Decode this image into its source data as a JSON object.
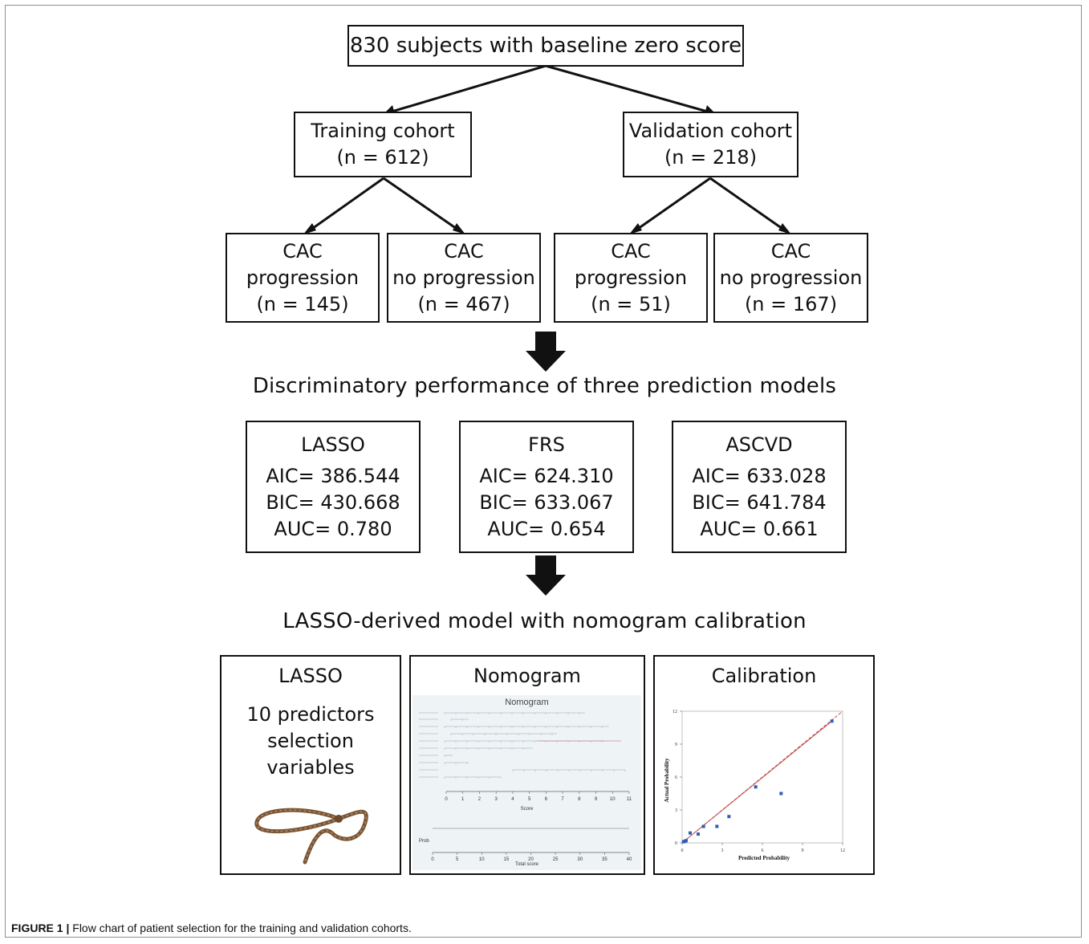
{
  "top": {
    "label": "830 subjects with baseline zero score"
  },
  "cohorts": [
    {
      "name": "Training cohort",
      "n": "(n = 612)"
    },
    {
      "name": "Validation cohort",
      "n": "(n = 218)"
    }
  ],
  "groups": [
    {
      "l1": "CAC",
      "l2": "progression",
      "n": "(n = 145)"
    },
    {
      "l1": "CAC",
      "l2": "no progression",
      "n": "(n = 467)"
    },
    {
      "l1": "CAC",
      "l2": "progression",
      "n": "(n = 51)"
    },
    {
      "l1": "CAC",
      "l2": "no progression",
      "n": "(n = 167)"
    }
  ],
  "heading1": "Discriminatory performance of three prediction models",
  "models": [
    {
      "name": "LASSO",
      "aic": "AIC= 386.544",
      "bic": "BIC= 430.668",
      "auc": "AUC= 0.780"
    },
    {
      "name": "FRS",
      "aic": "AIC= 624.310",
      "bic": "BIC= 633.067",
      "auc": "AUC= 0.654"
    },
    {
      "name": "ASCVD",
      "aic": "AIC= 633.028",
      "bic": "BIC= 641.784",
      "auc": "AUC= 0.661"
    }
  ],
  "heading2": "LASSO-derived model with nomogram calibration",
  "panels": {
    "lasso": {
      "title": "LASSO",
      "l1": "10 predictors",
      "l2": "selection",
      "l3": "variables"
    },
    "nomogram": {
      "title": "Nomogram",
      "inner_title": "Nomogram",
      "score_label": "Score",
      "total_label": "Total score",
      "prob_label": "Prob",
      "score_ticks": [
        "0",
        "1",
        "2",
        "3",
        "4",
        "5",
        "6",
        "7",
        "8",
        "9",
        "10",
        "11"
      ],
      "total_ticks": [
        "0",
        "5",
        "10",
        "15",
        "20",
        "25",
        "30",
        "35",
        "40"
      ]
    },
    "calibration": {
      "title": "Calibration",
      "xlabel": "Predicted Probability",
      "ylabel": "Actual Probability",
      "x_ticks": [
        "0",
        "3",
        "6",
        "9",
        "12"
      ],
      "y_ticks": [
        "0",
        "3",
        "6",
        "9",
        "12"
      ],
      "points": [
        [
          0.1,
          0.1
        ],
        [
          0.2,
          0.15
        ],
        [
          0.3,
          0.2
        ],
        [
          0.6,
          0.9
        ],
        [
          1.2,
          0.8
        ],
        [
          1.6,
          1.5
        ],
        [
          2.6,
          1.5
        ],
        [
          3.5,
          2.4
        ],
        [
          5.5,
          5.1
        ],
        [
          7.4,
          4.5
        ],
        [
          11.2,
          11.1
        ]
      ],
      "colors": {
        "points": "#2f5db8",
        "line": "#c0504d"
      }
    }
  },
  "caption": {
    "label": "FIGURE 1 |",
    "text": " Flow chart of patient selection for the training and validation cohorts."
  }
}
